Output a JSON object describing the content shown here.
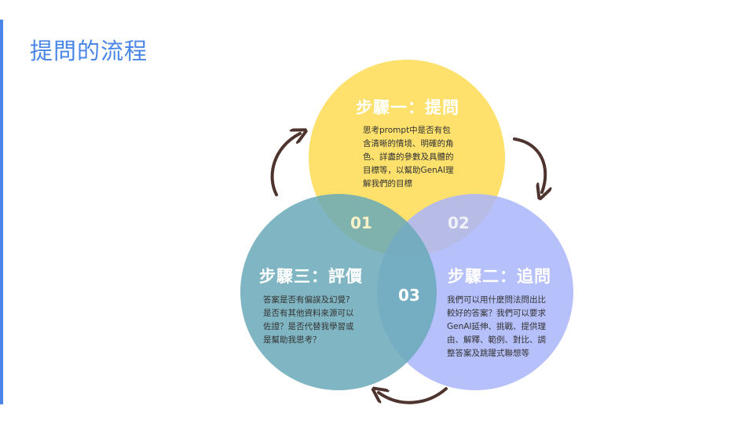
{
  "page": {
    "title": "提問的流程"
  },
  "colors": {
    "accent": "#4a86e8",
    "step1": "#fdde60",
    "step2": "#a9b5fa",
    "step3": "#6aa9b8",
    "arrow": "#4e342e"
  },
  "steps": [
    {
      "number": "01",
      "title": "步驟一：提問",
      "lines": [
        "思考prompt中是否有包",
        "含清晰的情境、明確的角",
        "色、詳盡的參數及具體的",
        "目標等，以幫助GenAI理",
        "解我們的目標"
      ]
    },
    {
      "number": "02",
      "title": "步驟二：追問",
      "lines": [
        "我們可以用什麼問法問出比",
        "較好的答案？我們可以要求",
        "GenAI延伸、挑戰、提供理",
        "由、解釋、範例、對比、調",
        "整答案及跳躍式聯想等"
      ]
    },
    {
      "number": "03",
      "title": "步驟三：評價",
      "lines": [
        "答案是否有偏誤及幻覺?",
        "是否有其他資料來源可以",
        "佐證？是否代替我學習或",
        "是幫助我思考？"
      ]
    }
  ]
}
